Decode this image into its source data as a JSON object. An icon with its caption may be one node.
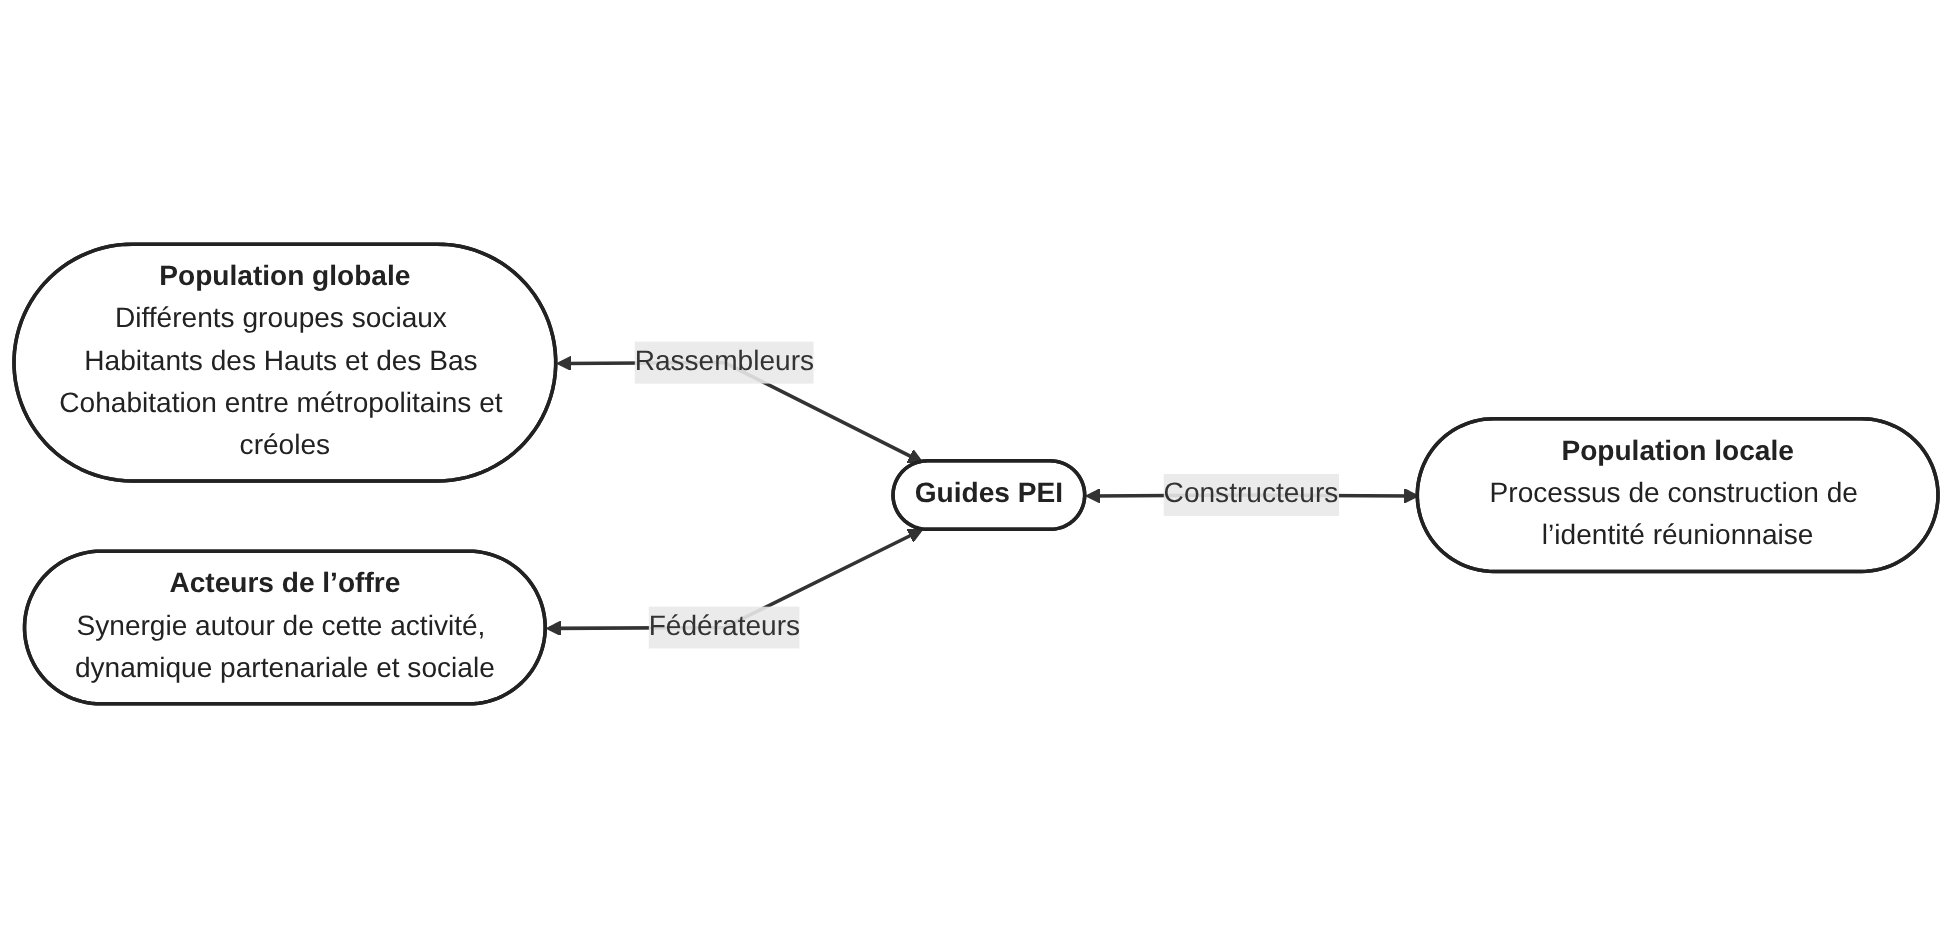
{
  "diagram": {
    "nodes": [
      {
        "text": [
          "Population globale",
          "Différents groupes sociaux Habitants des Hauts et des Bas Cohabitation entre métropolitains et créoles"
        ]
      },
      {
        "text": [
          "Acteurs de l’offre",
          "Synergie autour de cette activité, dynamique partenariale et sociale"
        ]
      },
      {
        "text": [
          "Guides PEI"
        ]
      },
      {
        "text": [
          "Population locale",
          "Processus de construction de l’identité réunionnaise"
        ]
      }
    ],
    "edges": [
      {
        "from": 0,
        "to": 2,
        "arrow": "both",
        "label": "Rassembleurs"
      },
      {
        "from": 1,
        "to": 2,
        "arrow": "both",
        "label": "Fédérateurs"
      },
      {
        "from": 2,
        "to": 3,
        "arrow": "both",
        "label": "Constructeurs"
      }
    ]
  }
}
